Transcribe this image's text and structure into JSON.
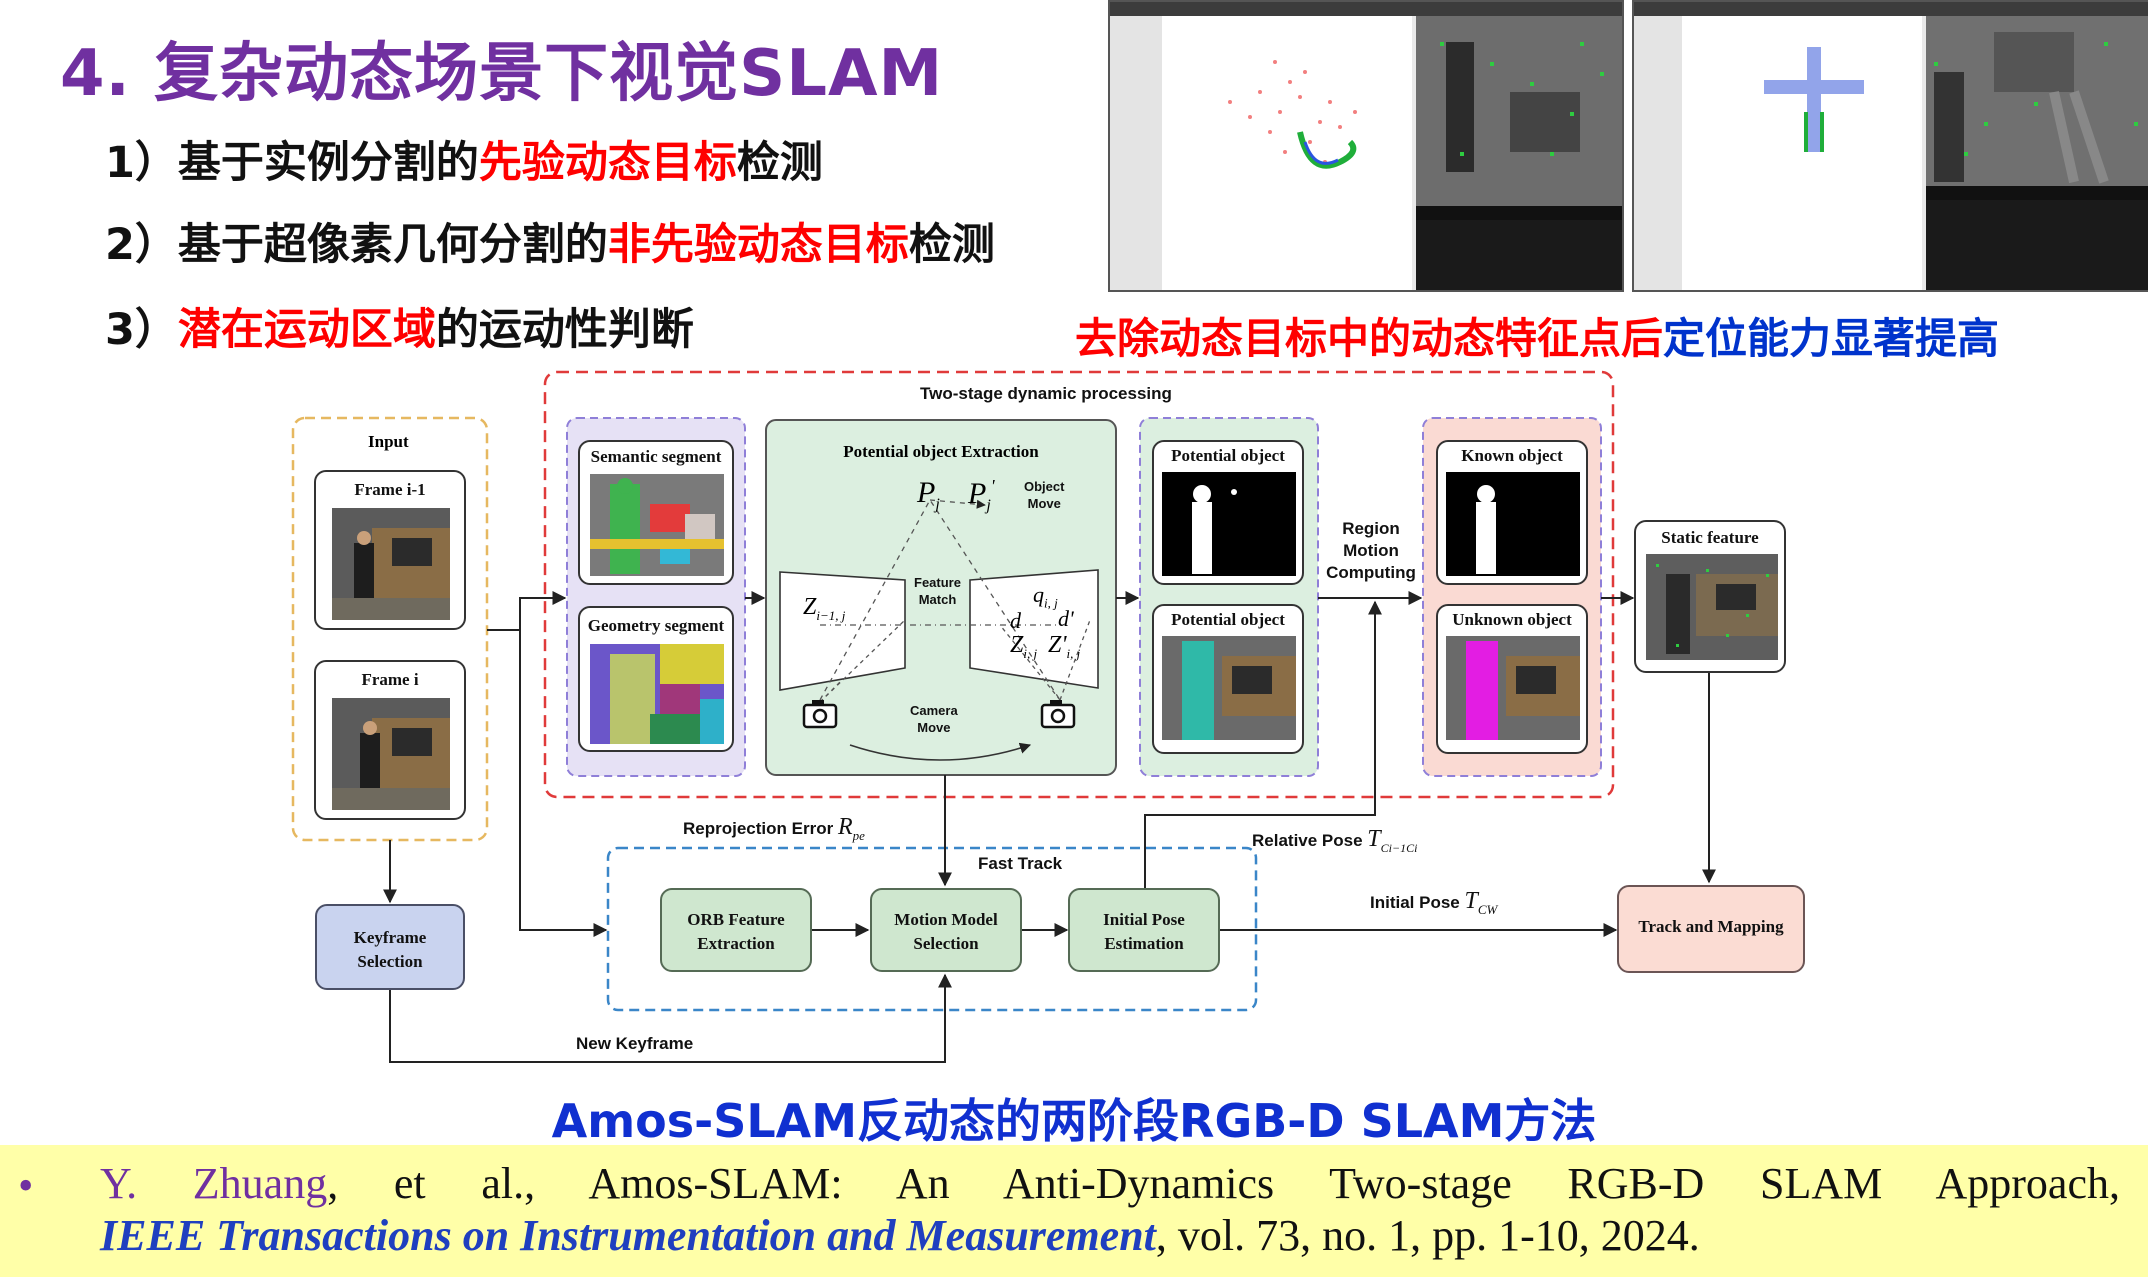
{
  "slide": {
    "title": "4. 复杂动态场景下视觉SLAM",
    "bullets": [
      {
        "prefix": "1）基于实例分割的",
        "highlight": "先验动态目标",
        "suffix": "检测"
      },
      {
        "prefix": "2）基于超像素几何分割的",
        "highlight": "非先验动态目标",
        "suffix": "检测"
      },
      {
        "prefix": "3）",
        "highlight": "潜在运动区域",
        "suffix": "的运动性判断"
      }
    ],
    "result_caption": {
      "red": "去除动态目标中的动态特征点后",
      "blue": "定位能力显著提高"
    },
    "method_caption": "Amos-SLAM反动态的两阶段RGB-D SLAM方法",
    "reference": {
      "bullet": "•",
      "author": "Y. Zhuang",
      "rest": ", et al., Amos-SLAM: An Anti-Dynamics Two-stage RGB-D SLAM Approach,",
      "journal": "IEEE Transactions on Instrumentation and Measurement",
      "tail": ", vol. 73, no. 1, pp. 1-10, 2024."
    }
  },
  "diagram": {
    "two_stage_label": "Two-stage dynamic processing",
    "input_label": "Input",
    "frame_prev": "Frame i-1",
    "frame_cur": "Frame i",
    "semantic_segment": "Semantic segment",
    "geometry_segment": "Geometry segment",
    "potential_extraction": "Potential object Extraction",
    "feature_match": [
      "Feature",
      "Match"
    ],
    "object_move": [
      "Object",
      "Move"
    ],
    "camera_move": [
      "Camera",
      "Move"
    ],
    "math": {
      "pj": "P",
      "pj_sub": "j",
      "pjp": "P",
      "pjp_sub": "j",
      "pjp_sup": "'",
      "z_prev": "Z",
      "z_prev_sub": "i−1, j",
      "q": "q",
      "q_sub": "i, j",
      "d": "d",
      "dp": "d'",
      "z_cur": "Z",
      "z_cur_sub": "i, j",
      "z_cur2": "Z'",
      "z_cur2_sub": "i, j"
    },
    "potential_object_1": "Potential object",
    "potential_object_2": "Potential object",
    "region_motion": [
      "Region",
      "Motion",
      "Computing"
    ],
    "known_object": "Known object",
    "unknown_object": "Unknown object",
    "static_feature": "Static feature",
    "reprojection_error": "Reprojection Error",
    "rpe_sym": "R",
    "rpe_sub": "pe",
    "relative_pose": "Relative Pose",
    "tc_sym": "T",
    "tc_sub": "Ci−1Ci",
    "fast_track": "Fast Track",
    "orb": [
      "ORB Feature",
      "Extraction"
    ],
    "motion_model": [
      "Motion Model",
      "Selection"
    ],
    "initial_pose_est": [
      "Initial Pose",
      "Estimation"
    ],
    "initial_pose": "Initial Pose",
    "tcw_sym": "T",
    "tcw_sub": "CW",
    "track_mapping": "Track and Mapping",
    "keyframe": [
      "Keyframe",
      "Selection"
    ],
    "new_keyframe": "New Keyframe"
  },
  "colors": {
    "title": "#7030a0",
    "highlight_red": "#ff0000",
    "highlight_blue": "#0033cc",
    "dashed_red": "#e03a3a",
    "purple_panel": "#e6e1f5",
    "green_panel": "#dcefe0",
    "pink_panel": "#fadad3",
    "orange_border": "#e6b860",
    "blue_dash": "#3a86c8",
    "green_box": "#cfe7cf",
    "keyframe_box": "#c9d3ef",
    "track_box": "#fbdcd3",
    "ref_bg": "#ffffa8"
  }
}
